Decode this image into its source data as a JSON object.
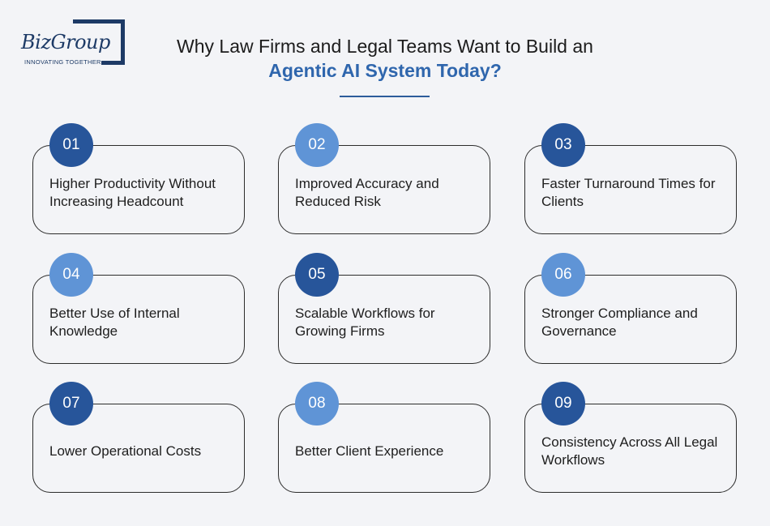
{
  "brand": {
    "name": "BizGroup",
    "tagline": "INNOVATING TOGETHER",
    "navy": "#1d3a66"
  },
  "header": {
    "title_line1": "Why Law Firms and Legal Teams Want to Build an",
    "title_line2": "Agentic AI System Today?",
    "accent_color": "#2f66ad"
  },
  "cards": [
    {
      "number": "01",
      "label": "Higher Productivity Without Increasing Headcount",
      "badge_color": "#27559a"
    },
    {
      "number": "02",
      "label": "Improved Accuracy and Reduced Risk",
      "badge_color": "#5f94d6"
    },
    {
      "number": "03",
      "label": "Faster Turnaround Times for Clients",
      "badge_color": "#27559a"
    },
    {
      "number": "04",
      "label": "Better Use of Internal Knowledge",
      "badge_color": "#5f94d6"
    },
    {
      "number": "05",
      "label": "Scalable Workflows for Growing Firms",
      "badge_color": "#27559a"
    },
    {
      "number": "06",
      "label": "Stronger Compliance and Governance",
      "badge_color": "#5f94d6"
    },
    {
      "number": "07",
      "label": "Lower Operational Costs",
      "badge_color": "#27559a"
    },
    {
      "number": "08",
      "label": "Better Client Experience",
      "badge_color": "#5f94d6"
    },
    {
      "number": "09",
      "label": "Consistency Across All Legal Workflows",
      "badge_color": "#27559a"
    }
  ]
}
